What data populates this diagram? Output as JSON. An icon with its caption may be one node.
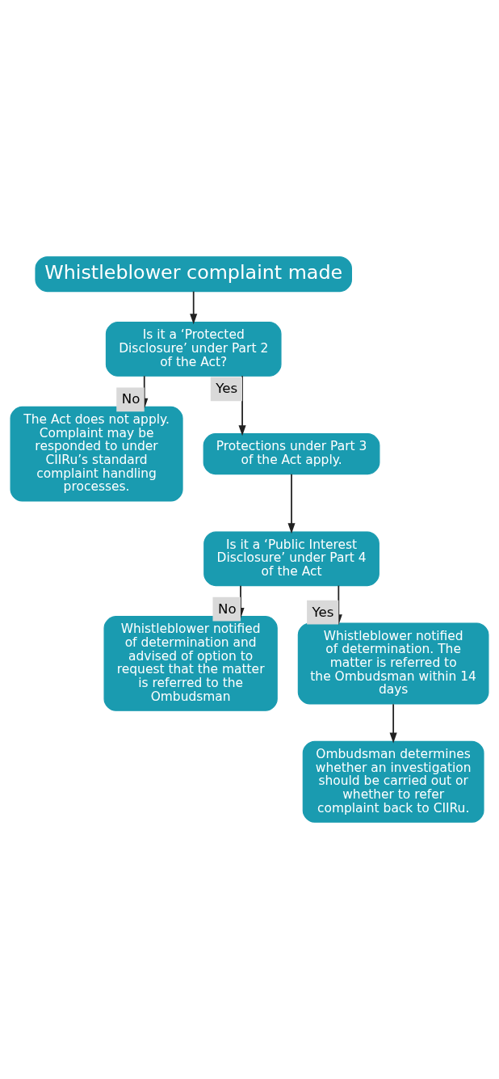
{
  "diagram": {
    "nodes": [
      {
        "text": [
          "Whistleblower complaint made"
        ]
      },
      {
        "text": [
          "Is it a ‘Protected Disclosure’ under Part 2 of the Act?"
        ]
      },
      {
        "text": [
          "The Act does not apply. Complaint may be responded to under CIIRu’s standard complaint handling processes."
        ]
      },
      {
        "text": [
          "Protections under Part 3 of the Act apply."
        ]
      },
      {
        "text": [
          "Is it a ‘Public Interest Disclosure’ under Part 4 of the Act"
        ]
      },
      {
        "text": [
          "Whistleblower notified of determination and advised of option to request that the matter is referred to the Ombudsman"
        ]
      },
      {
        "text": [
          "Whistleblower notified of determination. The matter is referred to the Ombudsman within 14 days"
        ]
      },
      {
        "text": [
          "Ombudsman determines whether an investigation should be carried out or whether to refer complaint back to CIIRu."
        ]
      }
    ],
    "edges": [
      {
        "from": 0,
        "to": 1,
        "arrow": "to"
      },
      {
        "from": 1,
        "to": 2,
        "arrow": "to",
        "label": "No"
      },
      {
        "from": 1,
        "to": 3,
        "arrow": "to",
        "label": "Yes"
      },
      {
        "from": 3,
        "to": 4,
        "arrow": "to"
      },
      {
        "from": 4,
        "to": 5,
        "arrow": "to",
        "label": "No"
      },
      {
        "from": 4,
        "to": 6,
        "arrow": "to",
        "label": "Yes"
      },
      {
        "from": 6,
        "to": 7,
        "arrow": "to"
      }
    ]
  }
}
